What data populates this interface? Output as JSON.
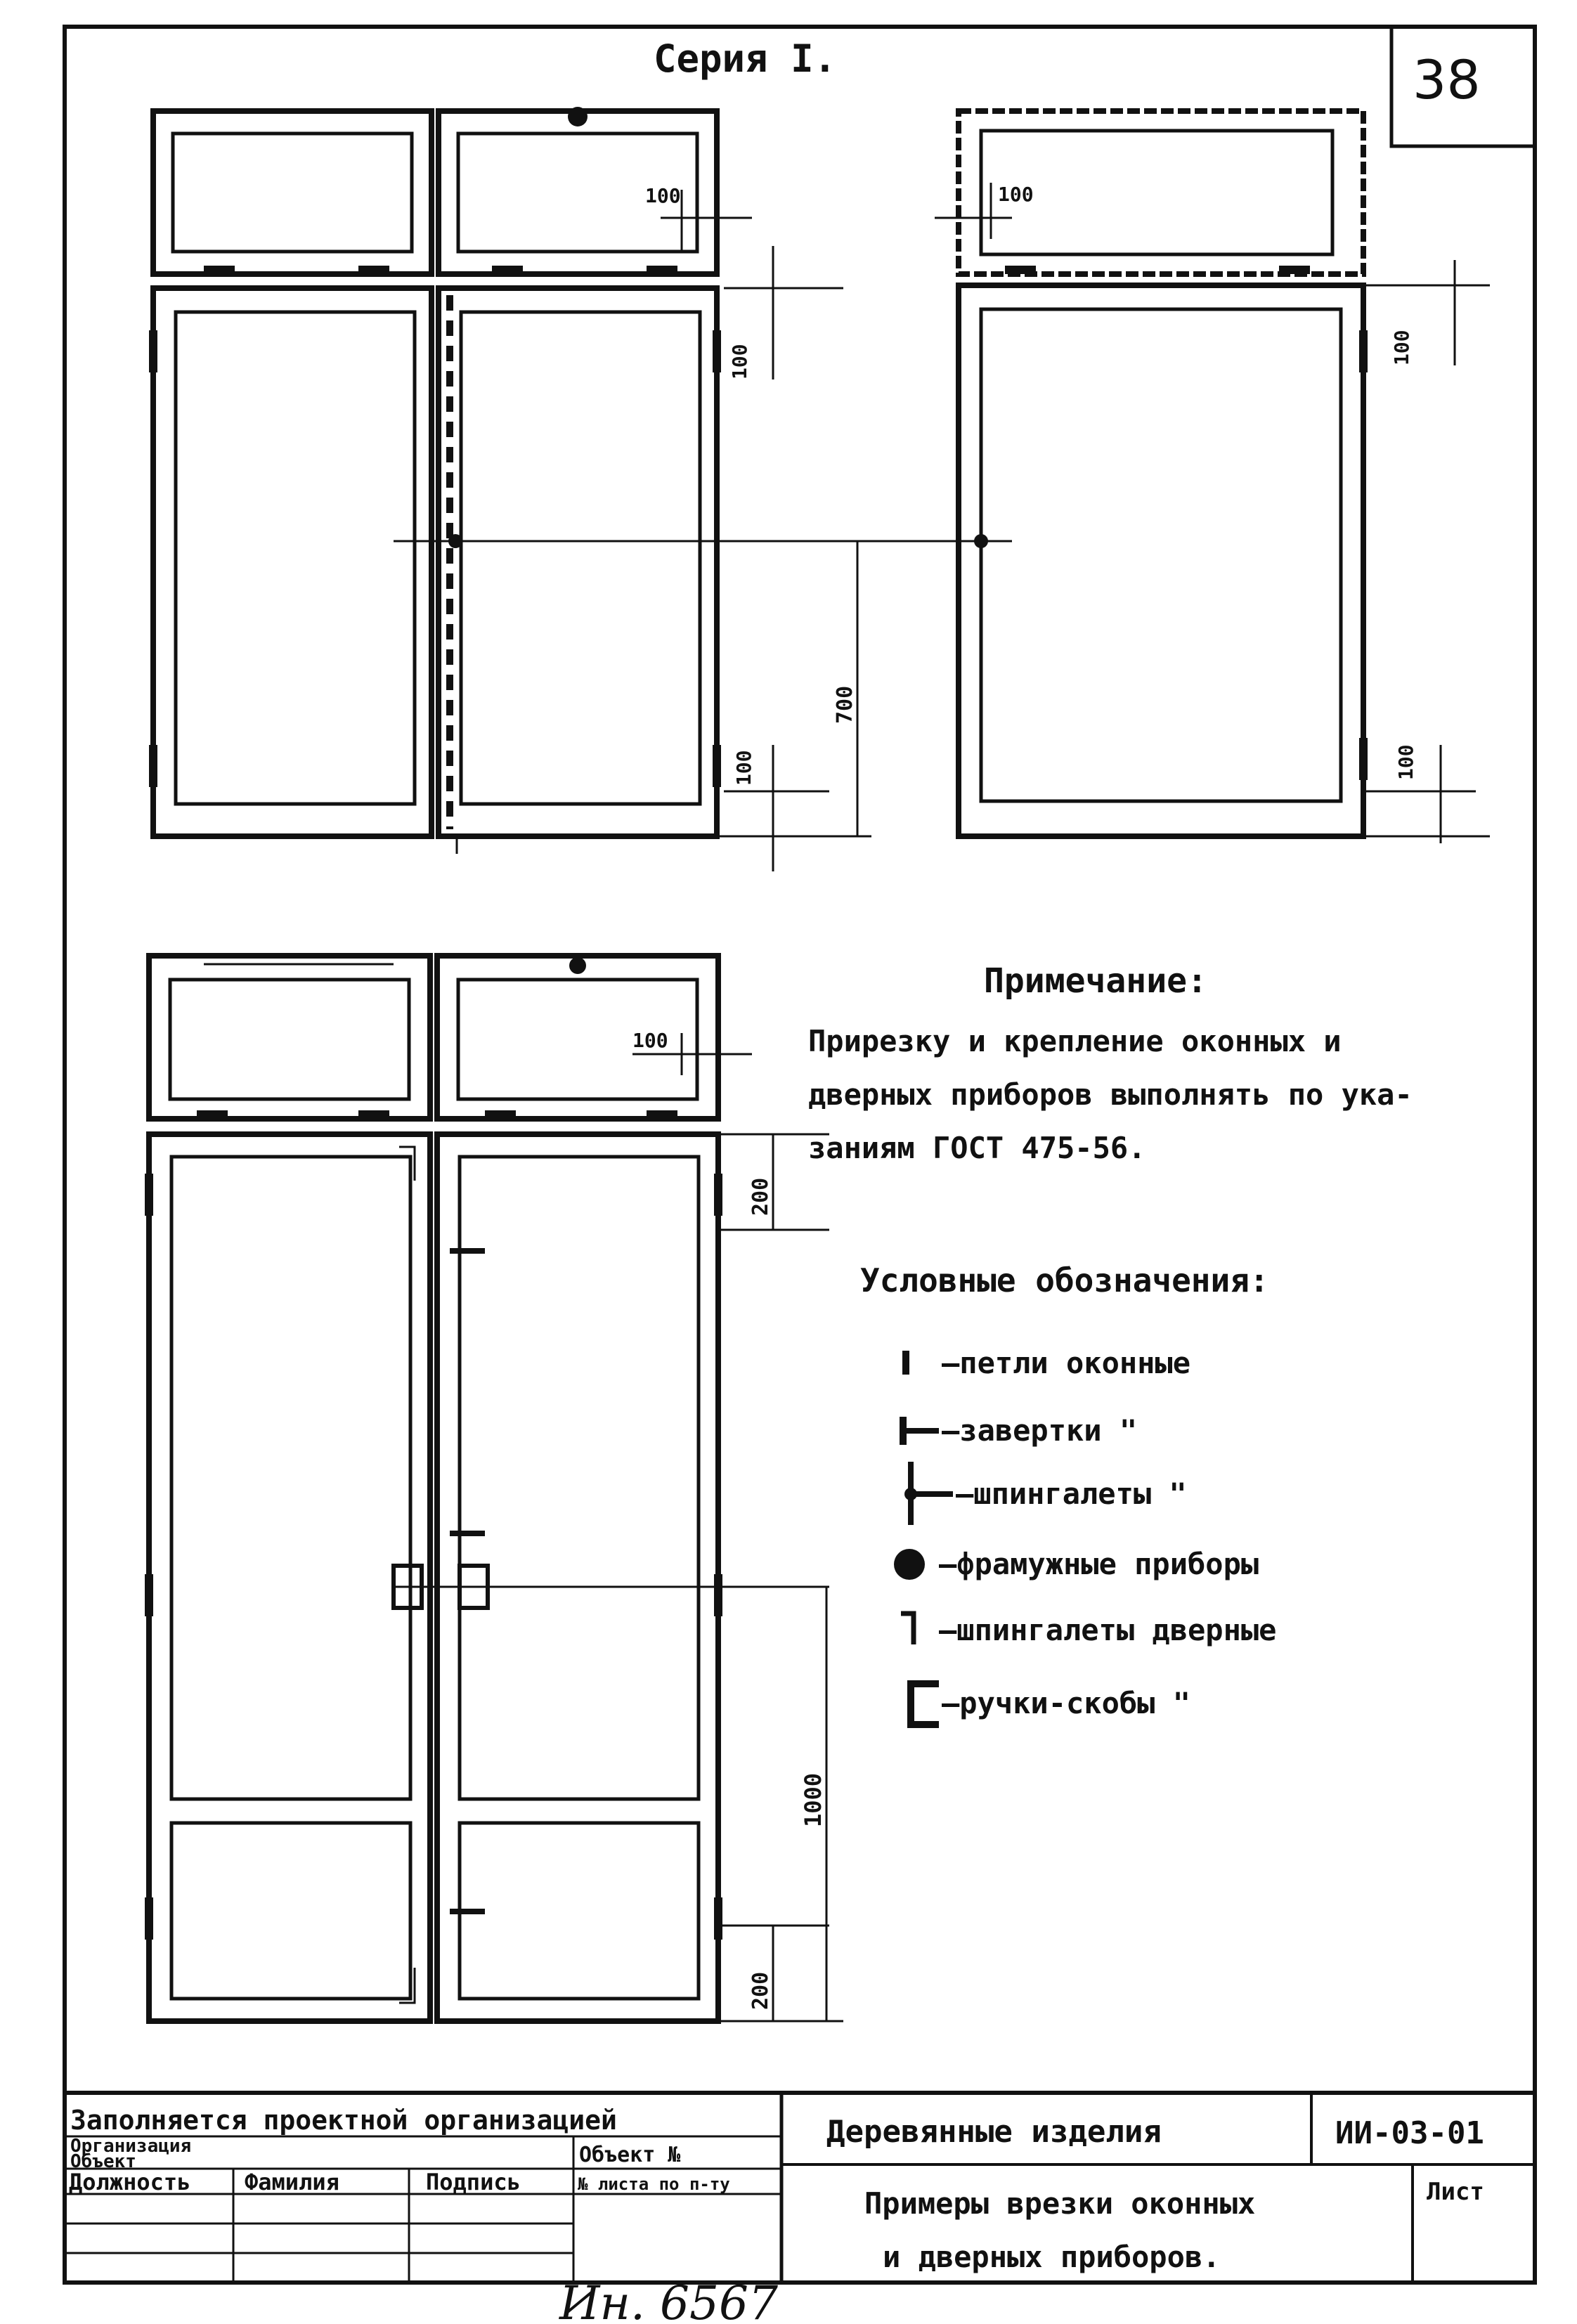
{
  "header": {
    "series": "Серия I.",
    "sheet_number": "38"
  },
  "dimensions": {
    "top_left_transom_offset": "100",
    "top_left_door_top": "100",
    "top_left_handle_height": "700",
    "top_left_door_bottom": "100",
    "top_right_transom_offset": "100",
    "top_right_door_top": "100",
    "top_right_door_bottom": "100",
    "bottom_transom_offset": "100",
    "bottom_door_top": "200",
    "bottom_handle_height": "1000",
    "bottom_door_bottom": "200"
  },
  "note": {
    "title": "Примечание:",
    "lines": [
      "Прирезку и крепление оконных и",
      "дверных приборов выполнять по ука-",
      "заниям ГОСТ 475-56."
    ]
  },
  "legend": {
    "title": "Условные обозначения:",
    "items": [
      {
        "icon": "hinge-icon",
        "label": "—петли оконные"
      },
      {
        "icon": "turn-latch-icon",
        "label": "—завертки \""
      },
      {
        "icon": "espagnolette-icon",
        "label": "—шпингалеты \""
      },
      {
        "icon": "transom-device-icon",
        "label": "—фрамужные приборы"
      },
      {
        "icon": "door-bolt-icon",
        "label": "—шпингалеты дверные"
      },
      {
        "icon": "pull-handle-icon",
        "label": "—ручки-скобы \""
      }
    ]
  },
  "title_block": {
    "filled_by": "Заполняется проектной организацией",
    "organization_label": "Организация",
    "object_label": "Объект",
    "object_no_label": "Объект №",
    "position_label": "Должность",
    "surname_label": "Фамилия",
    "signature_label": "Подпись",
    "sheet_no_label": "№ листа по п-ту",
    "section_title": "Деревянные изделия",
    "code": "ИИ-03-01",
    "sheet_label": "Лист",
    "drawing_title_line1": "Примеры врезки оконных",
    "drawing_title_line2": "и дверных приборов."
  },
  "inventory_note": "Ин. 6567"
}
